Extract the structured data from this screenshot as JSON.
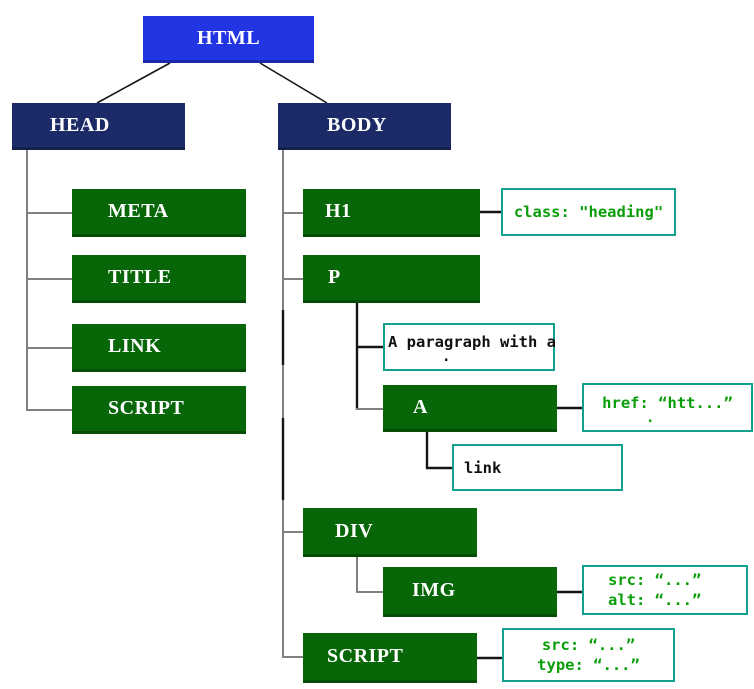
{
  "diagram_title": "HTML DOM tree diagram",
  "nodes": {
    "html": {
      "label": "HTML"
    },
    "head": {
      "label": "HEAD"
    },
    "body": {
      "label": "BODY"
    },
    "meta": {
      "label": "META"
    },
    "title": {
      "label": "TITLE"
    },
    "link": {
      "label": "LINK"
    },
    "script_head": {
      "label": "SCRIPT"
    },
    "h1": {
      "label": "H1"
    },
    "p": {
      "label": "P"
    },
    "a": {
      "label": "A"
    },
    "div": {
      "label": "DIV"
    },
    "img": {
      "label": "IMG"
    },
    "script_body": {
      "label": "SCRIPT"
    }
  },
  "annotations": {
    "h1_class": {
      "line1": "class: \"heading\""
    },
    "p_text": {
      "line1": "A paragraph with a",
      "line2": "."
    },
    "a_href": {
      "line1": "href: “htt...”",
      "line2": "."
    },
    "a_text": {
      "line1": "link"
    },
    "img_attrs": {
      "line1": "src: “...”",
      "line2": "alt: “...”"
    },
    "script_attrs": {
      "line1": "src: “...”",
      "line2": "type: “...”"
    }
  },
  "colors": {
    "root_blue": "#2235e2",
    "branch_navy": "#1c2b68",
    "element_green": "#076608",
    "annotation_border_teal": "#11a18e",
    "annotation_text_green": "#0a9e0a",
    "connector_gray": "#7f7f7f",
    "connector_black": "#151515"
  }
}
